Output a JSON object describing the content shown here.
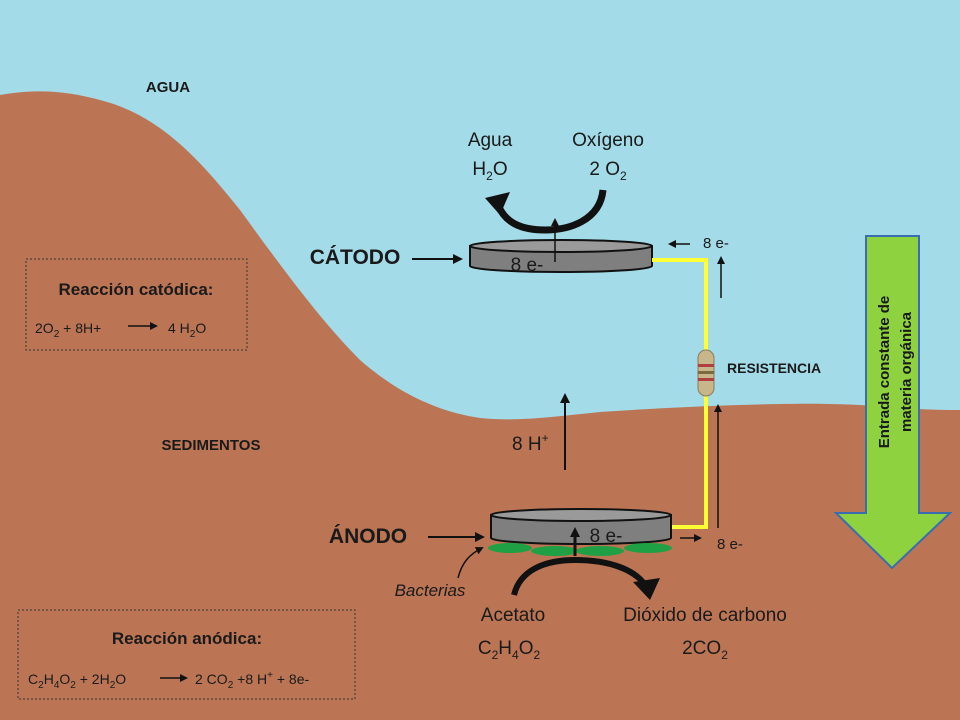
{
  "zones": {
    "water": "AGUA",
    "sediments": "SEDIMENTOS"
  },
  "cathode": {
    "label": "CÁTODO",
    "electrons": "8 e-",
    "products": {
      "water_word": "Agua",
      "water_formula": [
        "H",
        "2",
        "O"
      ],
      "oxygen_word": "Oxígeno",
      "oxygen_formula": [
        "2 O",
        "2"
      ]
    }
  },
  "anode": {
    "label": "ÁNODO",
    "electrons": "8 e-",
    "bacteria": "Bacterias",
    "substrate_word": "Acetato",
    "substrate_formula": [
      "C",
      "2",
      "H",
      "4",
      "O",
      "2"
    ],
    "product_word": "Dióxido de carbono",
    "product_formula": [
      "2CO",
      "2"
    ]
  },
  "circuit": {
    "resistance": "RESISTENCIA",
    "electrons_top": "8 e-",
    "electrons_bottom": "8 e-",
    "protons": [
      "8 H",
      "+"
    ]
  },
  "input_arrow": {
    "line1": "Entrada constante de",
    "line2": "materia orgánica"
  },
  "cathodic_box": {
    "title": "Reacción catódica:",
    "left": [
      "2O",
      "2",
      " + 8H+"
    ],
    "right": [
      "4 H",
      "2",
      "O"
    ]
  },
  "anodic_box": {
    "title": "Reacción anódica:",
    "left": [
      "C",
      "2",
      "H",
      "4",
      "O",
      "2",
      "  + 2H",
      "2",
      "O"
    ],
    "right": [
      "2 CO",
      "2",
      " +8 H",
      "+",
      " + 8e-"
    ]
  },
  "colors": {
    "water": "#a4dbe8",
    "sediment": "#bb7555",
    "electrode": "#7f7f7f",
    "wire": "#ffff33",
    "bacteria": "#1fa045",
    "input_arrow": "#8ed23f",
    "input_arrow_border": "#3a6db0"
  }
}
